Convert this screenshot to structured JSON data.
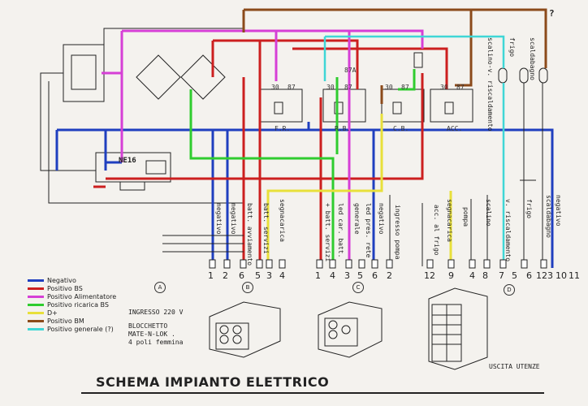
{
  "title": "SCHEMA IMPIANTO ELETTRICO",
  "question_mark": "?",
  "module_label": "NE16",
  "relays": [
    {
      "id": "fr",
      "name": "F.R.",
      "c1": "30",
      "c2": "87"
    },
    {
      "id": "rb",
      "name": "R.B.",
      "c1": "30",
      "c2": "87",
      "c3": "87A"
    },
    {
      "id": "cb",
      "name": "C.B.",
      "c1": "30",
      "c2": "87"
    },
    {
      "id": "acc",
      "name": "ACC.",
      "c1": "30",
      "c2": "87"
    }
  ],
  "right_labels": [
    "scalino-v. riscaldamento",
    "frigo",
    "scaldabagno"
  ],
  "wire_labels": {
    "b_group": [
      "negativo",
      "negativo",
      "batt. avviamento",
      "batt. servizi",
      "segnacarica"
    ],
    "c_group": [
      "+ batt. servizi",
      "led car. batt.",
      "generale",
      "led pres. rete",
      "negativo",
      "ingresso pompa"
    ],
    "d_group": [
      "acc. al frigo",
      "segnacarica",
      "pompa",
      "scalino",
      "v. riscaldamento",
      "frigo",
      "scaldabagno",
      "negativo"
    ]
  },
  "pins": {
    "b": [
      "1",
      "2",
      "6",
      "5",
      "3",
      "4"
    ],
    "c": [
      "1",
      "4",
      "3",
      "5",
      "6",
      "2"
    ],
    "d": [
      "12",
      "9",
      "4",
      "8",
      "7",
      "5",
      "6",
      "12",
      "3",
      "10",
      "11"
    ]
  },
  "connectors": [
    "A",
    "B",
    "C",
    "D"
  ],
  "legend": [
    {
      "label": "Negativo",
      "color": "#1f3fbf"
    },
    {
      "label": "Positivo BS",
      "color": "#cc1f1f"
    },
    {
      "label": "Positivo Alimentatore",
      "color": "#d63fd6"
    },
    {
      "label": "Positivo ricarica BS",
      "color": "#2fcc2f"
    },
    {
      "label": "D+",
      "color": "#e8e03a"
    },
    {
      "label": "Positivo BM",
      "color": "#8b4a1a"
    },
    {
      "label": "Positivo generale (?)",
      "color": "#3fd6d6"
    }
  ],
  "notes": {
    "ingresso": "INGRESSO 220 V",
    "blocchetto": "BLOCCHETTO",
    "mate": "MATE-N-LOK .",
    "poli": "4 poli femmina",
    "uscita": "USCITA UTENZE"
  }
}
